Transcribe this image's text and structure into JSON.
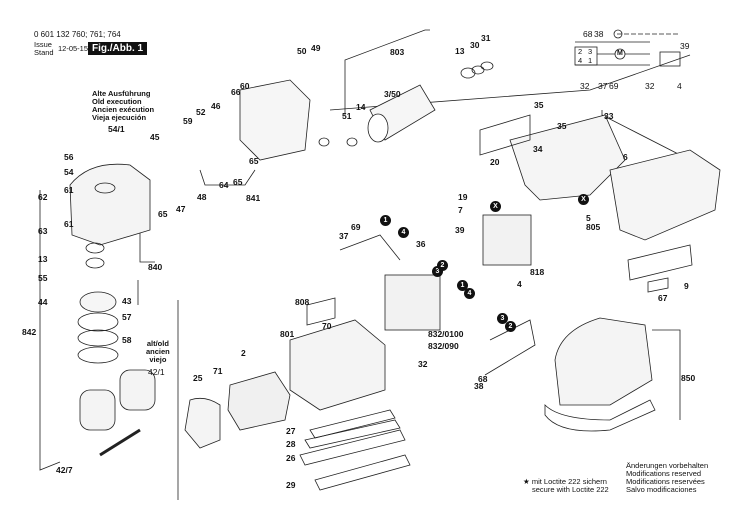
{
  "header": {
    "part_numbers": "0 601 132 760; 761; 764",
    "issue_label": "Issue",
    "stand_label": "Stand",
    "date": "12-05-15",
    "figure_label": "Fig./Abb. 1"
  },
  "old_execution_note": {
    "lines": [
      "Alte Ausführung",
      "Old execution",
      "Ancien exécution",
      "Vieja ejecución"
    ],
    "part": "54/1"
  },
  "alt_old_note": {
    "lines": [
      "alt/old",
      "ancien",
      "viejo"
    ],
    "part": "42/1"
  },
  "footnote_loctite": {
    "symbol": "★",
    "lines": [
      "mit Loctite 222 sichern",
      "secure with Loctite 222"
    ]
  },
  "modifications_note": {
    "lines": [
      "Änderungen vorbehalten",
      "Modifications reserved",
      "Modifications reservées",
      "Salvo modificaciones"
    ]
  },
  "wiring_diagram": {
    "labels": [
      "68",
      "38",
      "39",
      "32",
      "37",
      "69",
      "32",
      "4"
    ],
    "switch_contacts": [
      "2",
      "3",
      "4",
      "1"
    ],
    "motor_symbol": "M"
  },
  "part_labels": [
    "50",
    "49",
    "803",
    "13",
    "30",
    "31",
    "51",
    "14",
    "3/50",
    "66",
    "60",
    "59",
    "52",
    "46",
    "45",
    "56",
    "54",
    "61",
    "62",
    "61",
    "63",
    "13",
    "55",
    "44",
    "43",
    "57",
    "58",
    "840",
    "842",
    "47",
    "48",
    "64",
    "65",
    "65",
    "65",
    "841",
    "42/7",
    "35",
    "35",
    "33",
    "34",
    "20",
    "6",
    "19",
    "7",
    "39",
    "5",
    "805",
    "818",
    "4",
    "9",
    "67",
    "37",
    "69",
    "36",
    "808",
    "70",
    "801",
    "2",
    "71",
    "25",
    "27",
    "28",
    "26",
    "29",
    "832/0100",
    "832/090",
    "32",
    "38",
    "68",
    "850"
  ],
  "wire_badges": [
    "1",
    "4",
    "3",
    "2",
    "1",
    "4",
    "3",
    "2",
    "X",
    "X"
  ]
}
